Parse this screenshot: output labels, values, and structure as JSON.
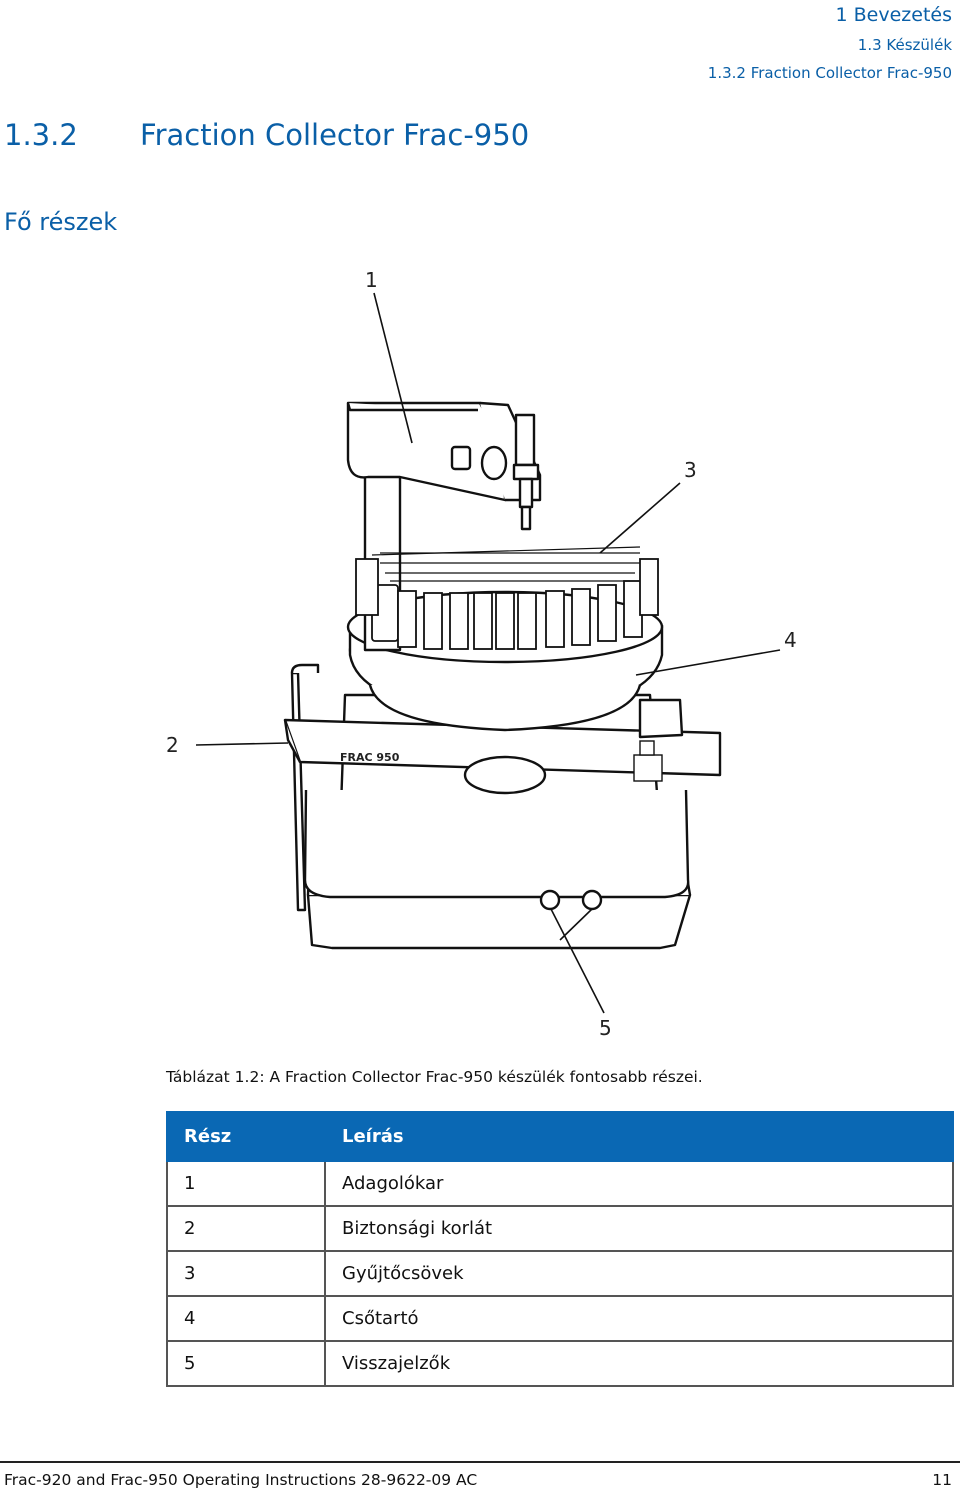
{
  "header": {
    "chapter": "1  Bevezetés",
    "section": "1.3  Készülék",
    "subsection": "1.3.2  Fraction Collector Frac-950"
  },
  "section": {
    "number": "1.3.2",
    "title": "Fraction Collector Frac-950"
  },
  "subheading": "Fő részek",
  "figure": {
    "label_on_barrier": "FRAC 950",
    "callouts": [
      "1",
      "2",
      "3",
      "4",
      "5"
    ]
  },
  "caption": "Táblázat 1.2: A Fraction Collector Frac-950 készülék fontosabb részei.",
  "table": {
    "headers": [
      "Rész",
      "Leírás"
    ],
    "rows": [
      [
        "1",
        "Adagolókar"
      ],
      [
        "2",
        "Biztonsági korlát"
      ],
      [
        "3",
        "Gyűjtőcsövek"
      ],
      [
        "4",
        "Csőtartó"
      ],
      [
        "5",
        "Visszajelzők"
      ]
    ],
    "header_color": "#0a68b4"
  },
  "footer": {
    "doc": "Frac-920 and Frac-950 Operating Instructions 28-9622-09 AC",
    "page": "11"
  }
}
